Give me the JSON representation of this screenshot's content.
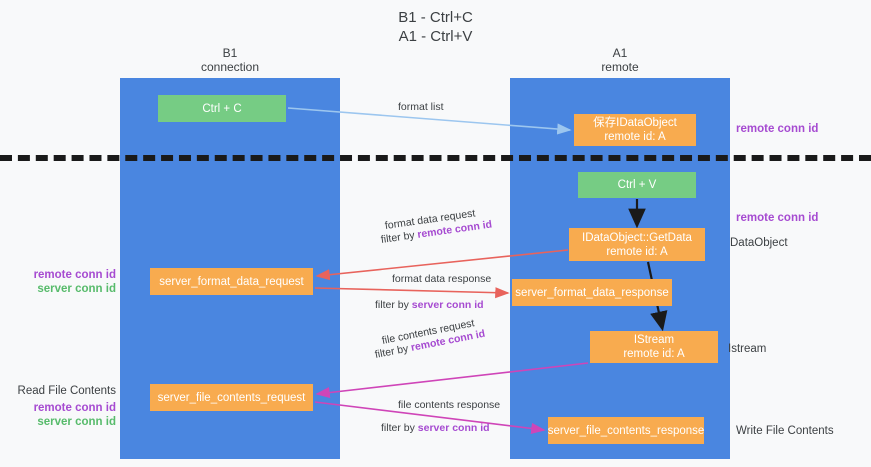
{
  "title": {
    "line1": "B1 - Ctrl+C",
    "line2": "A1 - Ctrl+V"
  },
  "columns": {
    "left": {
      "name": "B1",
      "role": "connection"
    },
    "right": {
      "name": "A1",
      "role": "remote"
    }
  },
  "nodes": {
    "ctrl_c": {
      "label": "Ctrl + C",
      "color": "#76cc84"
    },
    "idataobject": {
      "line1": "保存IDataObject",
      "line2": "remote id: A",
      "color": "#f8ab4f"
    },
    "ctrl_v": {
      "label": "Ctrl + V",
      "color": "#76cc84"
    },
    "getdata": {
      "line1": "IDataObject::GetData",
      "line2": "remote id: A",
      "color": "#f8ab4f"
    },
    "server_format_data_request": {
      "label": "server_format_data_request",
      "color": "#f8ab4f"
    },
    "server_format_data_response": {
      "label": "server_format_data_response",
      "color": "#f8ab4f"
    },
    "istream": {
      "line1": "IStream",
      "line2": "remote id: A",
      "color": "#f8ab4f"
    },
    "server_file_contents_request": {
      "label": "server_file_contents_request",
      "color": "#f8ab4f"
    },
    "server_file_contents_response": {
      "label": "server_file_contents_response",
      "color": "#f8ab4f"
    }
  },
  "arrow_labels": {
    "format_list": "format list",
    "format_data_request": "format data request",
    "format_data_request_filter_prefix": "filter by ",
    "format_data_request_filter_key": "remote conn id",
    "format_data_response": "format data response",
    "format_data_response_filter_prefix": "filter by ",
    "format_data_response_filter_key": "server conn id",
    "file_contents_request": "file contents request",
    "file_contents_request_filter_prefix": "filter by ",
    "file_contents_request_filter_key": "remote conn id",
    "file_contents_response": "file contents response",
    "file_contents_response_filter_prefix": "filter by ",
    "file_contents_response_filter_key": "server conn id"
  },
  "side_labels": {
    "right_remote_conn_id_top": "remote conn id",
    "right_remote_conn_id_mid": "remote conn id",
    "dataobject": "DataObject",
    "istream": "Istream",
    "write_file_contents": "Write File Contents",
    "read_file_contents": "Read File Contents",
    "left_remote_conn_id_1": "remote conn id",
    "left_server_conn_id_1": "server conn id",
    "left_remote_conn_id_2": "remote conn id",
    "left_server_conn_id_2": "server conn id"
  },
  "colors": {
    "column": "#4a86e0",
    "green_node": "#76cc84",
    "orange_node": "#f8ab4f",
    "purple_text": "#a64bd1",
    "green_text": "#57bb6b",
    "light_blue_arrow": "#9cc6ef",
    "red_arrow": "#e8635c",
    "magenta_arrow": "#cf45b8",
    "black_arrow": "#1a1a1a",
    "background": "#f8f9fa"
  }
}
